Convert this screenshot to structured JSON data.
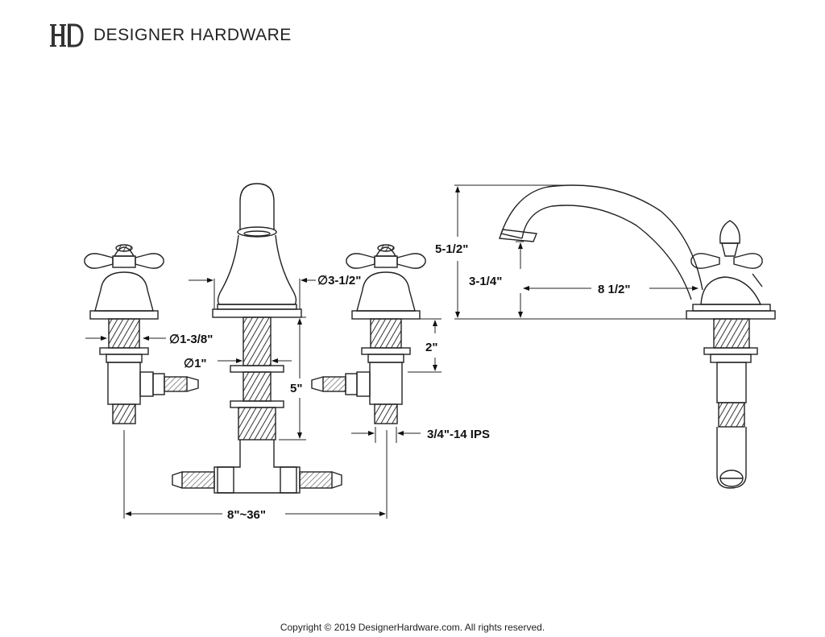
{
  "brand": {
    "logo_icon": "hd-monogram-icon",
    "name": "DESIGNER HARDWARE"
  },
  "dimensions": {
    "handle_base_dia": "∅1-3/8\"",
    "shank_dia": "∅1\"",
    "spout_base_dia": "∅3-1/2\"",
    "valve_height": "2\"",
    "shank_length": "5\"",
    "connection": "3/4\"-14 IPS",
    "spread": "8\"~36\"",
    "overall_height": "5-1/2\"",
    "spout_clearance": "3-1/4\"",
    "spout_reach": "8 1/2\""
  },
  "footer": {
    "copyright": "Copyright © 2019 DesignerHardware.com. All rights reserved."
  }
}
